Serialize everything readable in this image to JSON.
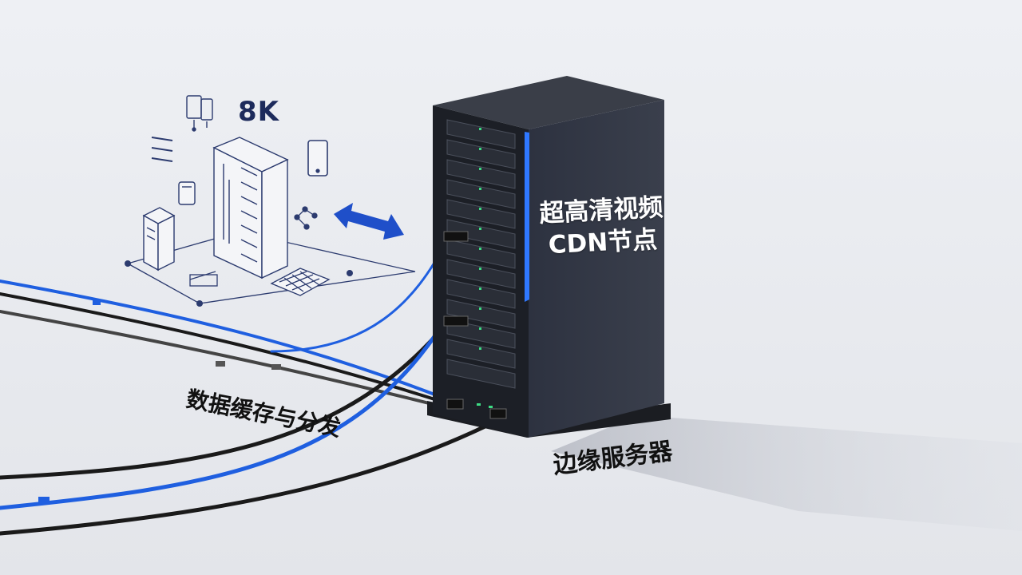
{
  "labels": {
    "eight_k": "8K",
    "node_line1": "超高清视频",
    "node_line2": "CDN节点",
    "cache_distribution": "数据缓存与分发",
    "edge_server": "边缘服务器"
  },
  "icons": [
    "devices-icon",
    "menu-lines-icon",
    "tablet-icon",
    "smartwatch-icon",
    "server-tower-icon",
    "keyboard-icon",
    "network-nodes-icon",
    "bidirectional-arrow-icon"
  ],
  "colors": {
    "background": "#e9ebf0",
    "rack_front": "#1c1f26",
    "rack_side": "#2b303a",
    "accent_blue": "#1f5fe0",
    "sketch_line": "#2c3b6f",
    "label_text": "#111111",
    "node_text": "#ffffff"
  }
}
